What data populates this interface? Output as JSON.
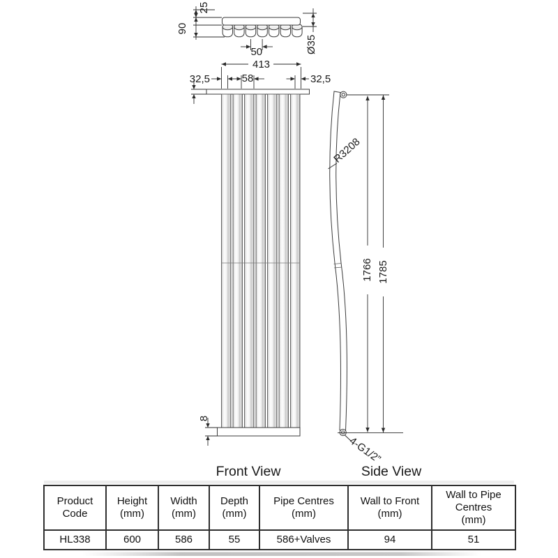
{
  "drawing": {
    "top_view": {
      "dim_25": "25",
      "dim_90": "90",
      "dim_50": "50",
      "dim_diameter": "Ø35"
    },
    "front_view": {
      "label": "Front View",
      "dim_width": "413",
      "dim_left_offset": "32,5",
      "dim_panel_pitch": "58",
      "dim_right_offset": "32,5",
      "dim_bottom_bar": "8"
    },
    "side_view": {
      "label": "Side View",
      "dim_radius": "R3208",
      "dim_inner_height": "1766",
      "dim_total_height": "1785",
      "dim_thread": "4-G1/2”"
    }
  },
  "table": {
    "headers": [
      "Product\nCode",
      "Height\n(mm)",
      "Width\n(mm)",
      "Depth\n(mm)",
      "Pipe Centres\n(mm)",
      "Wall to Front\n(mm)",
      "Wall to Pipe\nCentres\n(mm)"
    ],
    "values": [
      "HL338",
      "600",
      "586",
      "55",
      "586+Valves",
      "94",
      "51"
    ]
  },
  "colors": {
    "line": "#2b2b2b",
    "background": "#ffffff"
  }
}
